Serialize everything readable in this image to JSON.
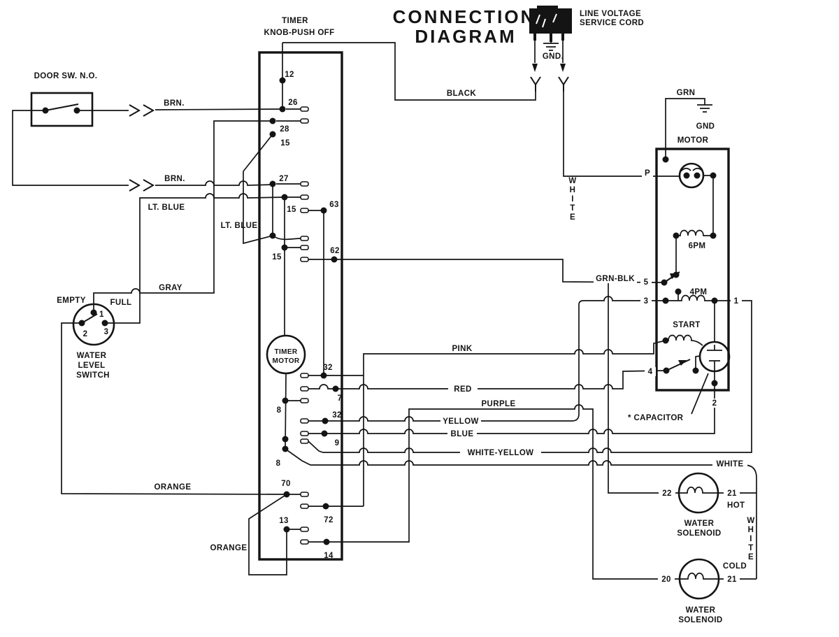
{
  "title": {
    "line1": "CONNECTION",
    "line2": "DIAGRAM"
  },
  "power_cord": {
    "label_line1": "LINE VOLTAGE",
    "label_line2": "SERVICE CORD",
    "gnd_label": "GND."
  },
  "wire_labels": {
    "black": "BLACK",
    "white_plug_vertical": "WHITE",
    "grn": "GRN",
    "gnd": "GND",
    "grn_blk": "GRN-BLK",
    "brn_top": "BRN.",
    "brn_bottom": "BRN.",
    "lt_blue_1": "LT. BLUE",
    "lt_blue_2": "LT. BLUE",
    "gray": "GRAY",
    "orange_1": "ORANGE",
    "orange_2": "ORANGE",
    "pink": "PINK",
    "red": "RED",
    "purple": "PURPLE",
    "yellow": "YELLOW",
    "blue": "BLUE",
    "white_yellow": "WHITE-YELLOW",
    "white_main": "WHITE",
    "white_solenoid_vertical": "WHITE"
  },
  "door_switch": {
    "label": "DOOR SW. N.O."
  },
  "water_level_switch": {
    "empty": "EMPTY",
    "full": "FULL",
    "t1": "1",
    "t2": "2",
    "t3": "3",
    "name_line1": "WATER",
    "name_line2": "LEVEL",
    "name_line3": "SWITCH"
  },
  "timer": {
    "label_line1": "TIMER",
    "label_line2": "KNOB-PUSH OFF",
    "motor_line1": "TIMER",
    "motor_line2": "MOTOR",
    "t12": "12",
    "t26": "26",
    "t28": "28",
    "t15a": "15",
    "t27": "27",
    "t15b": "15",
    "t63": "63",
    "t15c": "15",
    "t62": "62",
    "t32a": "32",
    "t7": "7",
    "t8a": "8",
    "t32b": "32",
    "t9": "9",
    "t8b": "8",
    "t70": "70",
    "t72": "72",
    "t13": "13",
    "t14": "14"
  },
  "motor": {
    "name": "MOTOR",
    "tP": "P",
    "t5": "5",
    "t3": "3",
    "t1": "1",
    "t4": "4",
    "t2": "2",
    "coil_6pm": "6PM",
    "coil_4pm": "4PM",
    "start": "START",
    "capacitor_note": "* CAPACITOR"
  },
  "solenoid_hot": {
    "t_left": "22",
    "t_right": "21",
    "temp": "HOT",
    "name_line1": "WATER",
    "name_line2": "SOLENOID"
  },
  "solenoid_cold": {
    "t_left": "20",
    "t_right": "21",
    "temp": "COLD",
    "name_line1": "WATER",
    "name_line2": "SOLENOID"
  }
}
